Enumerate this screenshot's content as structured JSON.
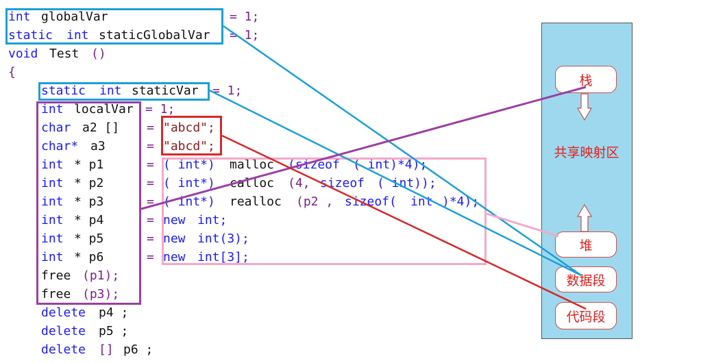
{
  "code": {
    "l1": {
      "type": "int",
      "name": "globalVar",
      "assign": "= 1;"
    },
    "l2": {
      "qual": "static",
      "type": "int",
      "name": "staticGlobalVar",
      "assign": "= 1;"
    },
    "l3": {
      "type": "void",
      "name": "Test",
      "parens": "()"
    },
    "l4": {
      "brace": "{"
    },
    "l5": {
      "qual": "static",
      "type": "int",
      "name": "staticVar",
      "assign": "= 1;"
    },
    "l6": {
      "type": "int",
      "name": "localVar",
      "assign": "= 1;"
    },
    "l7": {
      "type": "char",
      "name": "a2 []",
      "eq": "=",
      "value": "\"abcd\";"
    },
    "l8": {
      "type": "char*",
      "name": "a3",
      "eq": "=",
      "value": "\"abcd\";"
    },
    "l9": {
      "type": "int",
      "name": "* p1",
      "eq": "=",
      "p1": "( int*)",
      "p2": "malloc",
      "p3": "(sizeof",
      "p4": "( int)*4);"
    },
    "l10": {
      "type": "int",
      "name": "* p2",
      "eq": "=",
      "p1": "( int*)",
      "p2": "calloc",
      "p3": "(4,",
      "p4": "sizeof",
      "p5": "( int));"
    },
    "l11": {
      "type": "int",
      "name": "* p3",
      "eq": "=",
      "p1": "( int*)",
      "p2": "realloc",
      "p3": "(p2 ,",
      "p4": "sizeof(",
      "p5": "int",
      "p6": ")*4);"
    },
    "l12": {
      "type": "int",
      "name": "* p4",
      "eq": "=",
      "new": "new",
      "rest": "int;"
    },
    "l13": {
      "type": "int",
      "name": "* p5",
      "eq": "=",
      "new": "new",
      "rest": "int(3);"
    },
    "l14": {
      "type": "int",
      "name": "* p6",
      "eq": "=",
      "new": "new",
      "rest": "int[3];"
    },
    "l15": {
      "fn": "free",
      "args": "(p1);"
    },
    "l16": {
      "fn": "free",
      "args": "(p3);"
    },
    "l17": {
      "kw": "delete",
      "rest": "p4 ;"
    },
    "l18": {
      "kw": "delete",
      "rest": "p5 ;"
    },
    "l19": {
      "kw": "delete",
      "brackets": "[]",
      "rest": "p6 ;"
    }
  },
  "memory": {
    "stack": "栈",
    "shared_mapping": "共享映射区",
    "heap": "堆",
    "data_segment": "数据段",
    "code_segment": "代码段"
  },
  "colors": {
    "keyword": "#1a1aff",
    "operator": "#7a1f8c",
    "global_static": "#1a9fd9",
    "local_stack": "#9a3fa3",
    "string_literal": "#d62828",
    "heap_alloc": "#f4a8c8",
    "panel": "#9ed8ee",
    "region_text": "#e0201c"
  }
}
